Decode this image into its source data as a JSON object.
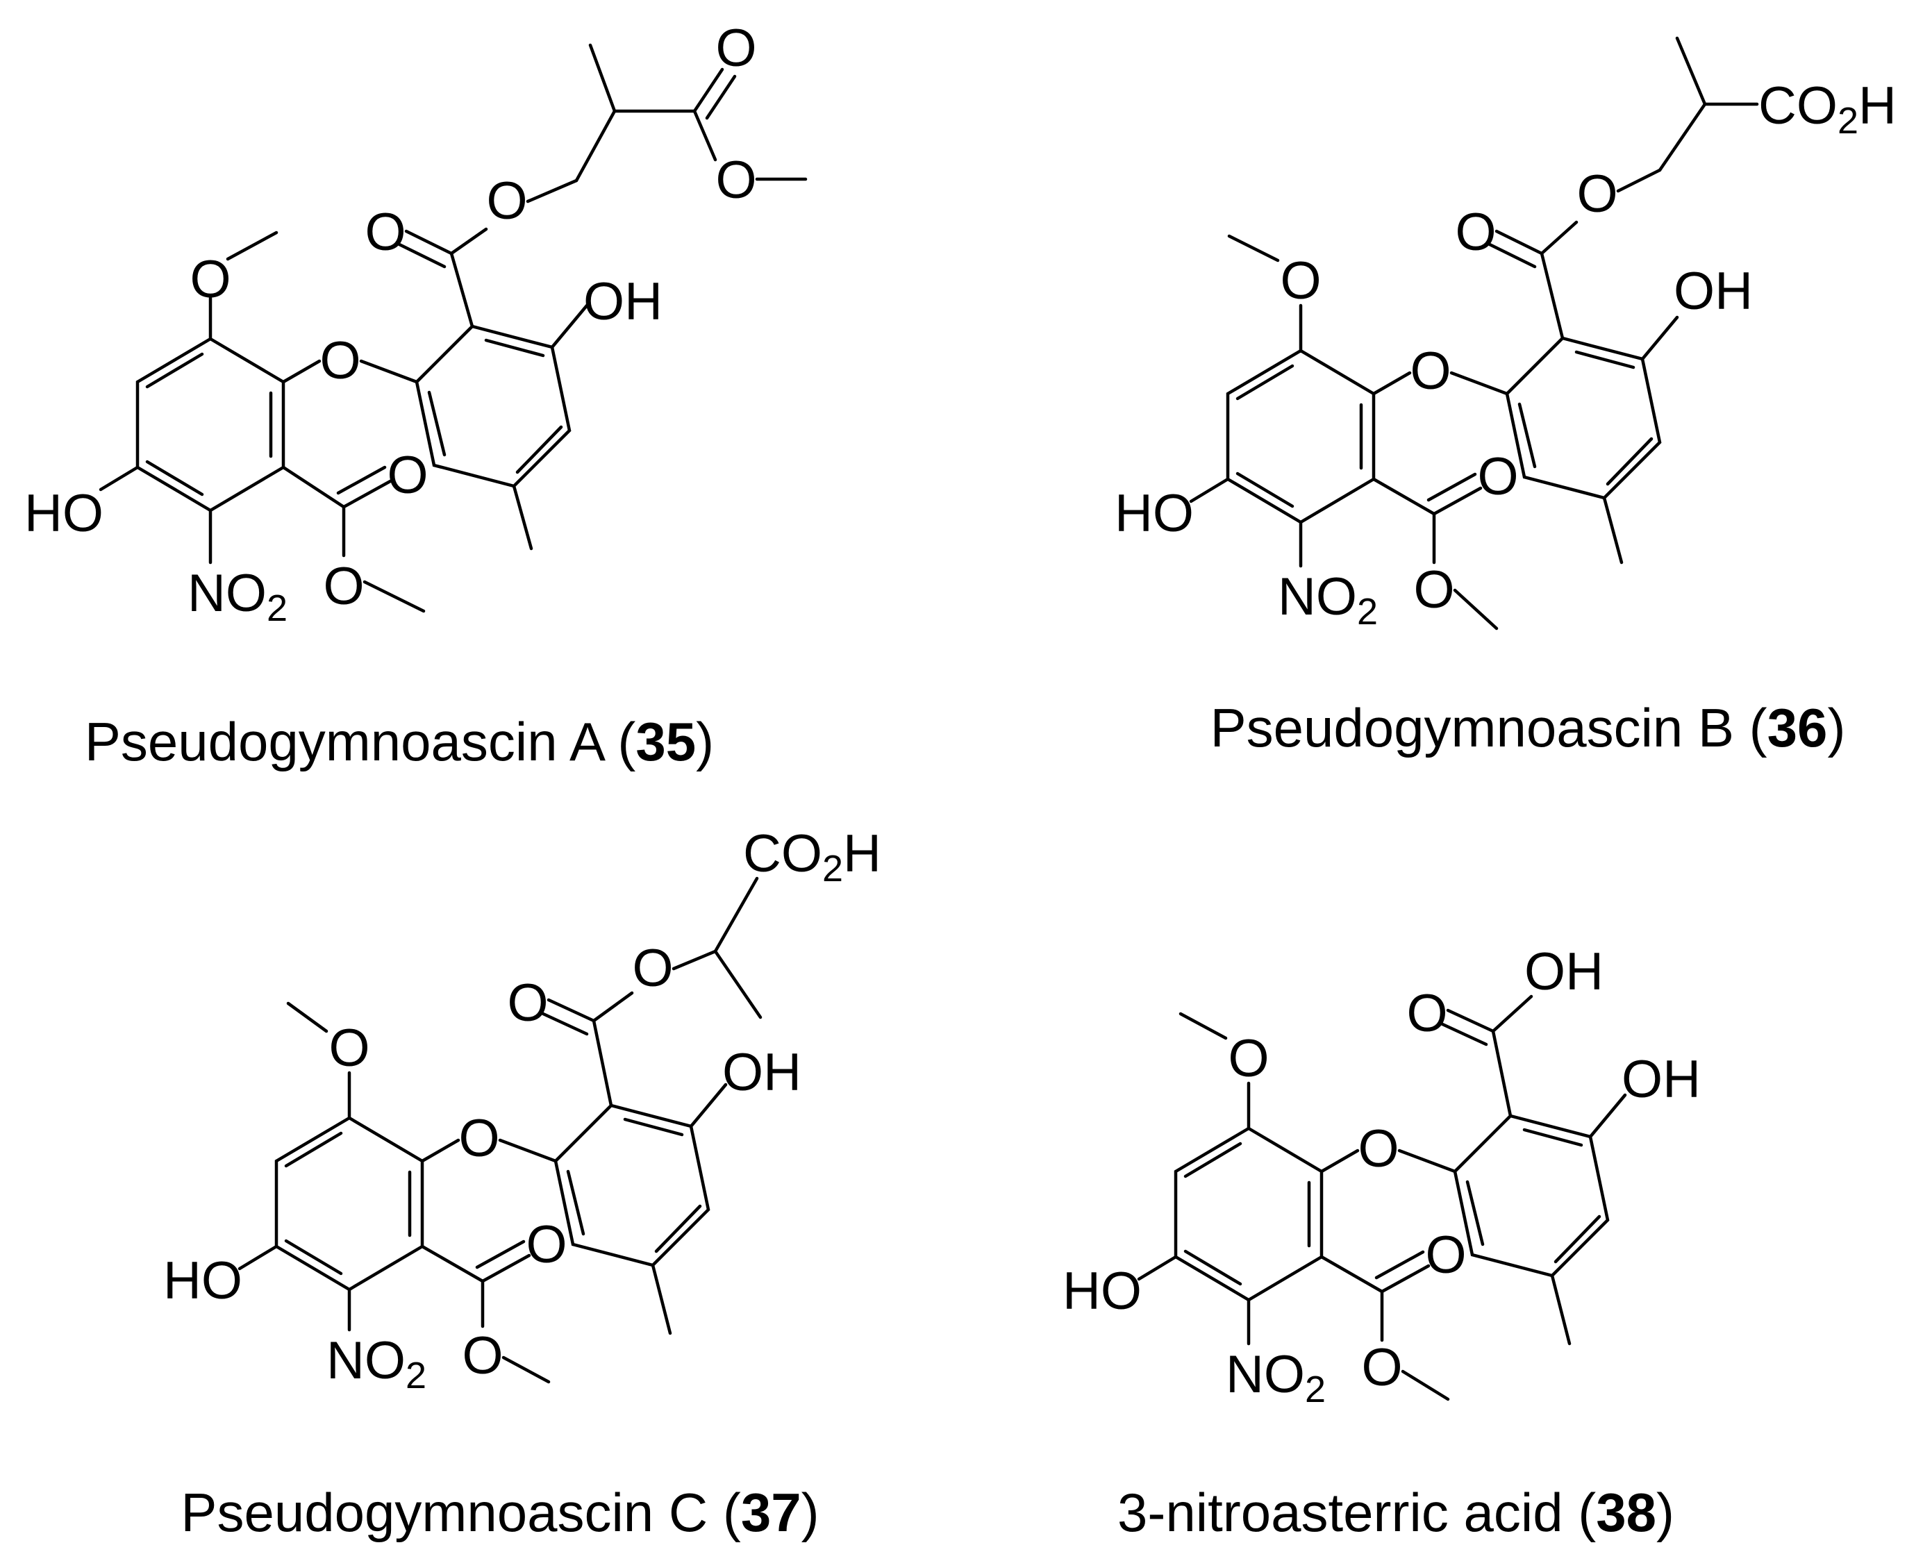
{
  "molecules": [
    {
      "caption_name": "Pseudogymnoascin A",
      "caption_number": "35",
      "labels": {
        "methoxy_o": "O",
        "ether_o": "O",
        "hydroxy_left": "HO",
        "nitro_n": "NO",
        "nitro_sub": "2",
        "ester_carbonyl_o": "O",
        "ester_o": "O",
        "hydroxy_right": "OH",
        "carbonyl_o": "O",
        "ester_link_o": "O",
        "side_carbonyl_o": "O",
        "side_ester_o": "O"
      }
    },
    {
      "caption_name": "Pseudogymnoascin B",
      "caption_number": "36",
      "labels": {
        "methoxy_o": "O",
        "ether_o": "O",
        "hydroxy_left": "HO",
        "nitro_n": "NO",
        "nitro_sub": "2",
        "ester_carbonyl_o": "O",
        "ester_o": "O",
        "hydroxy_right": "OH",
        "carbonyl_o": "O",
        "ester_link_o": "O",
        "acid_co": "CO",
        "acid_sub": "2",
        "acid_h": "H"
      }
    },
    {
      "caption_name": "Pseudogymnoascin C",
      "caption_number": "37",
      "labels": {
        "methoxy_o": "O",
        "ether_o": "O",
        "hydroxy_left": "HO",
        "nitro_n": "NO",
        "nitro_sub": "2",
        "ester_carbonyl_o": "O",
        "ester_o": "O",
        "hydroxy_right": "OH",
        "carbonyl_o": "O",
        "ester_link_o": "O",
        "acid_co": "CO",
        "acid_sub": "2",
        "acid_h": "H"
      }
    },
    {
      "caption_name": "3-nitroasterric acid",
      "caption_number": "38",
      "labels": {
        "methoxy_o": "O",
        "ether_o": "O",
        "hydroxy_left": "HO",
        "nitro_n": "NO",
        "nitro_sub": "2",
        "ester_carbonyl_o": "O",
        "ester_o": "O",
        "hydroxy_right": "OH",
        "carbonyl_o": "O",
        "acid_oh": "OH"
      }
    }
  ]
}
